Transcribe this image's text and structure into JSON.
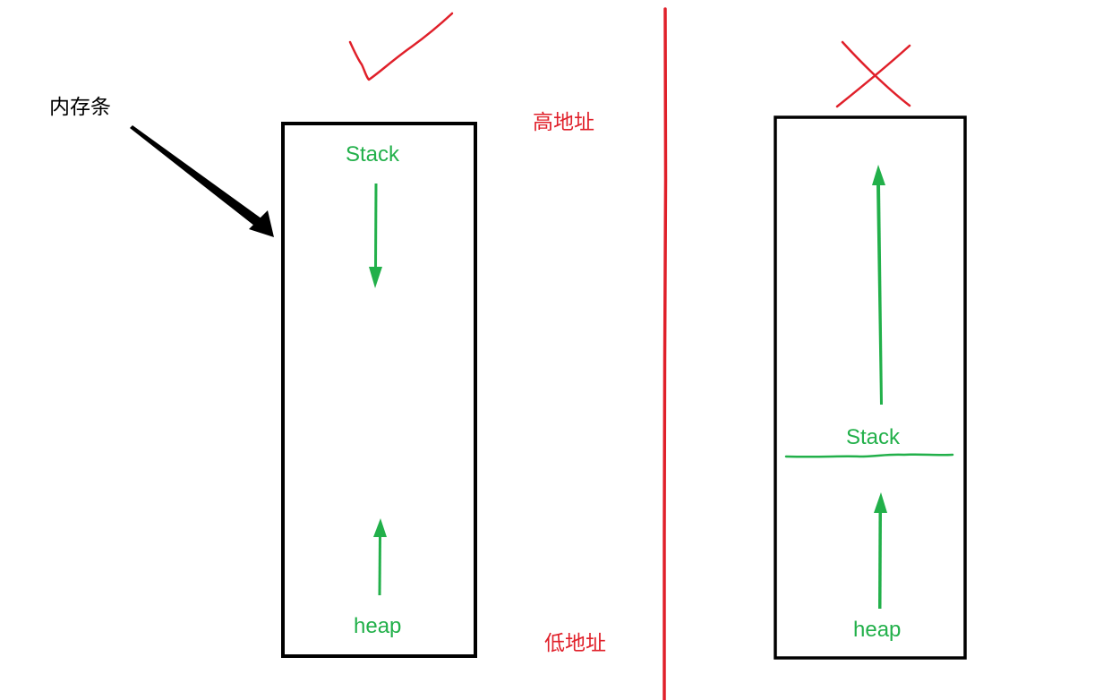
{
  "labels": {
    "memory_stick": "内存条",
    "high_address": "高地址",
    "low_address": "低地址",
    "correct_stack": "Stack",
    "correct_heap": "heap",
    "wrong_stack": "Stack",
    "wrong_heap": "heap"
  },
  "colors": {
    "background": "#ffffff",
    "outline": "#000000",
    "marker_red": "#e0202a",
    "marker_green": "#22b04a"
  },
  "icons": {
    "correct": "check-mark-icon",
    "wrong": "cross-mark-icon"
  }
}
